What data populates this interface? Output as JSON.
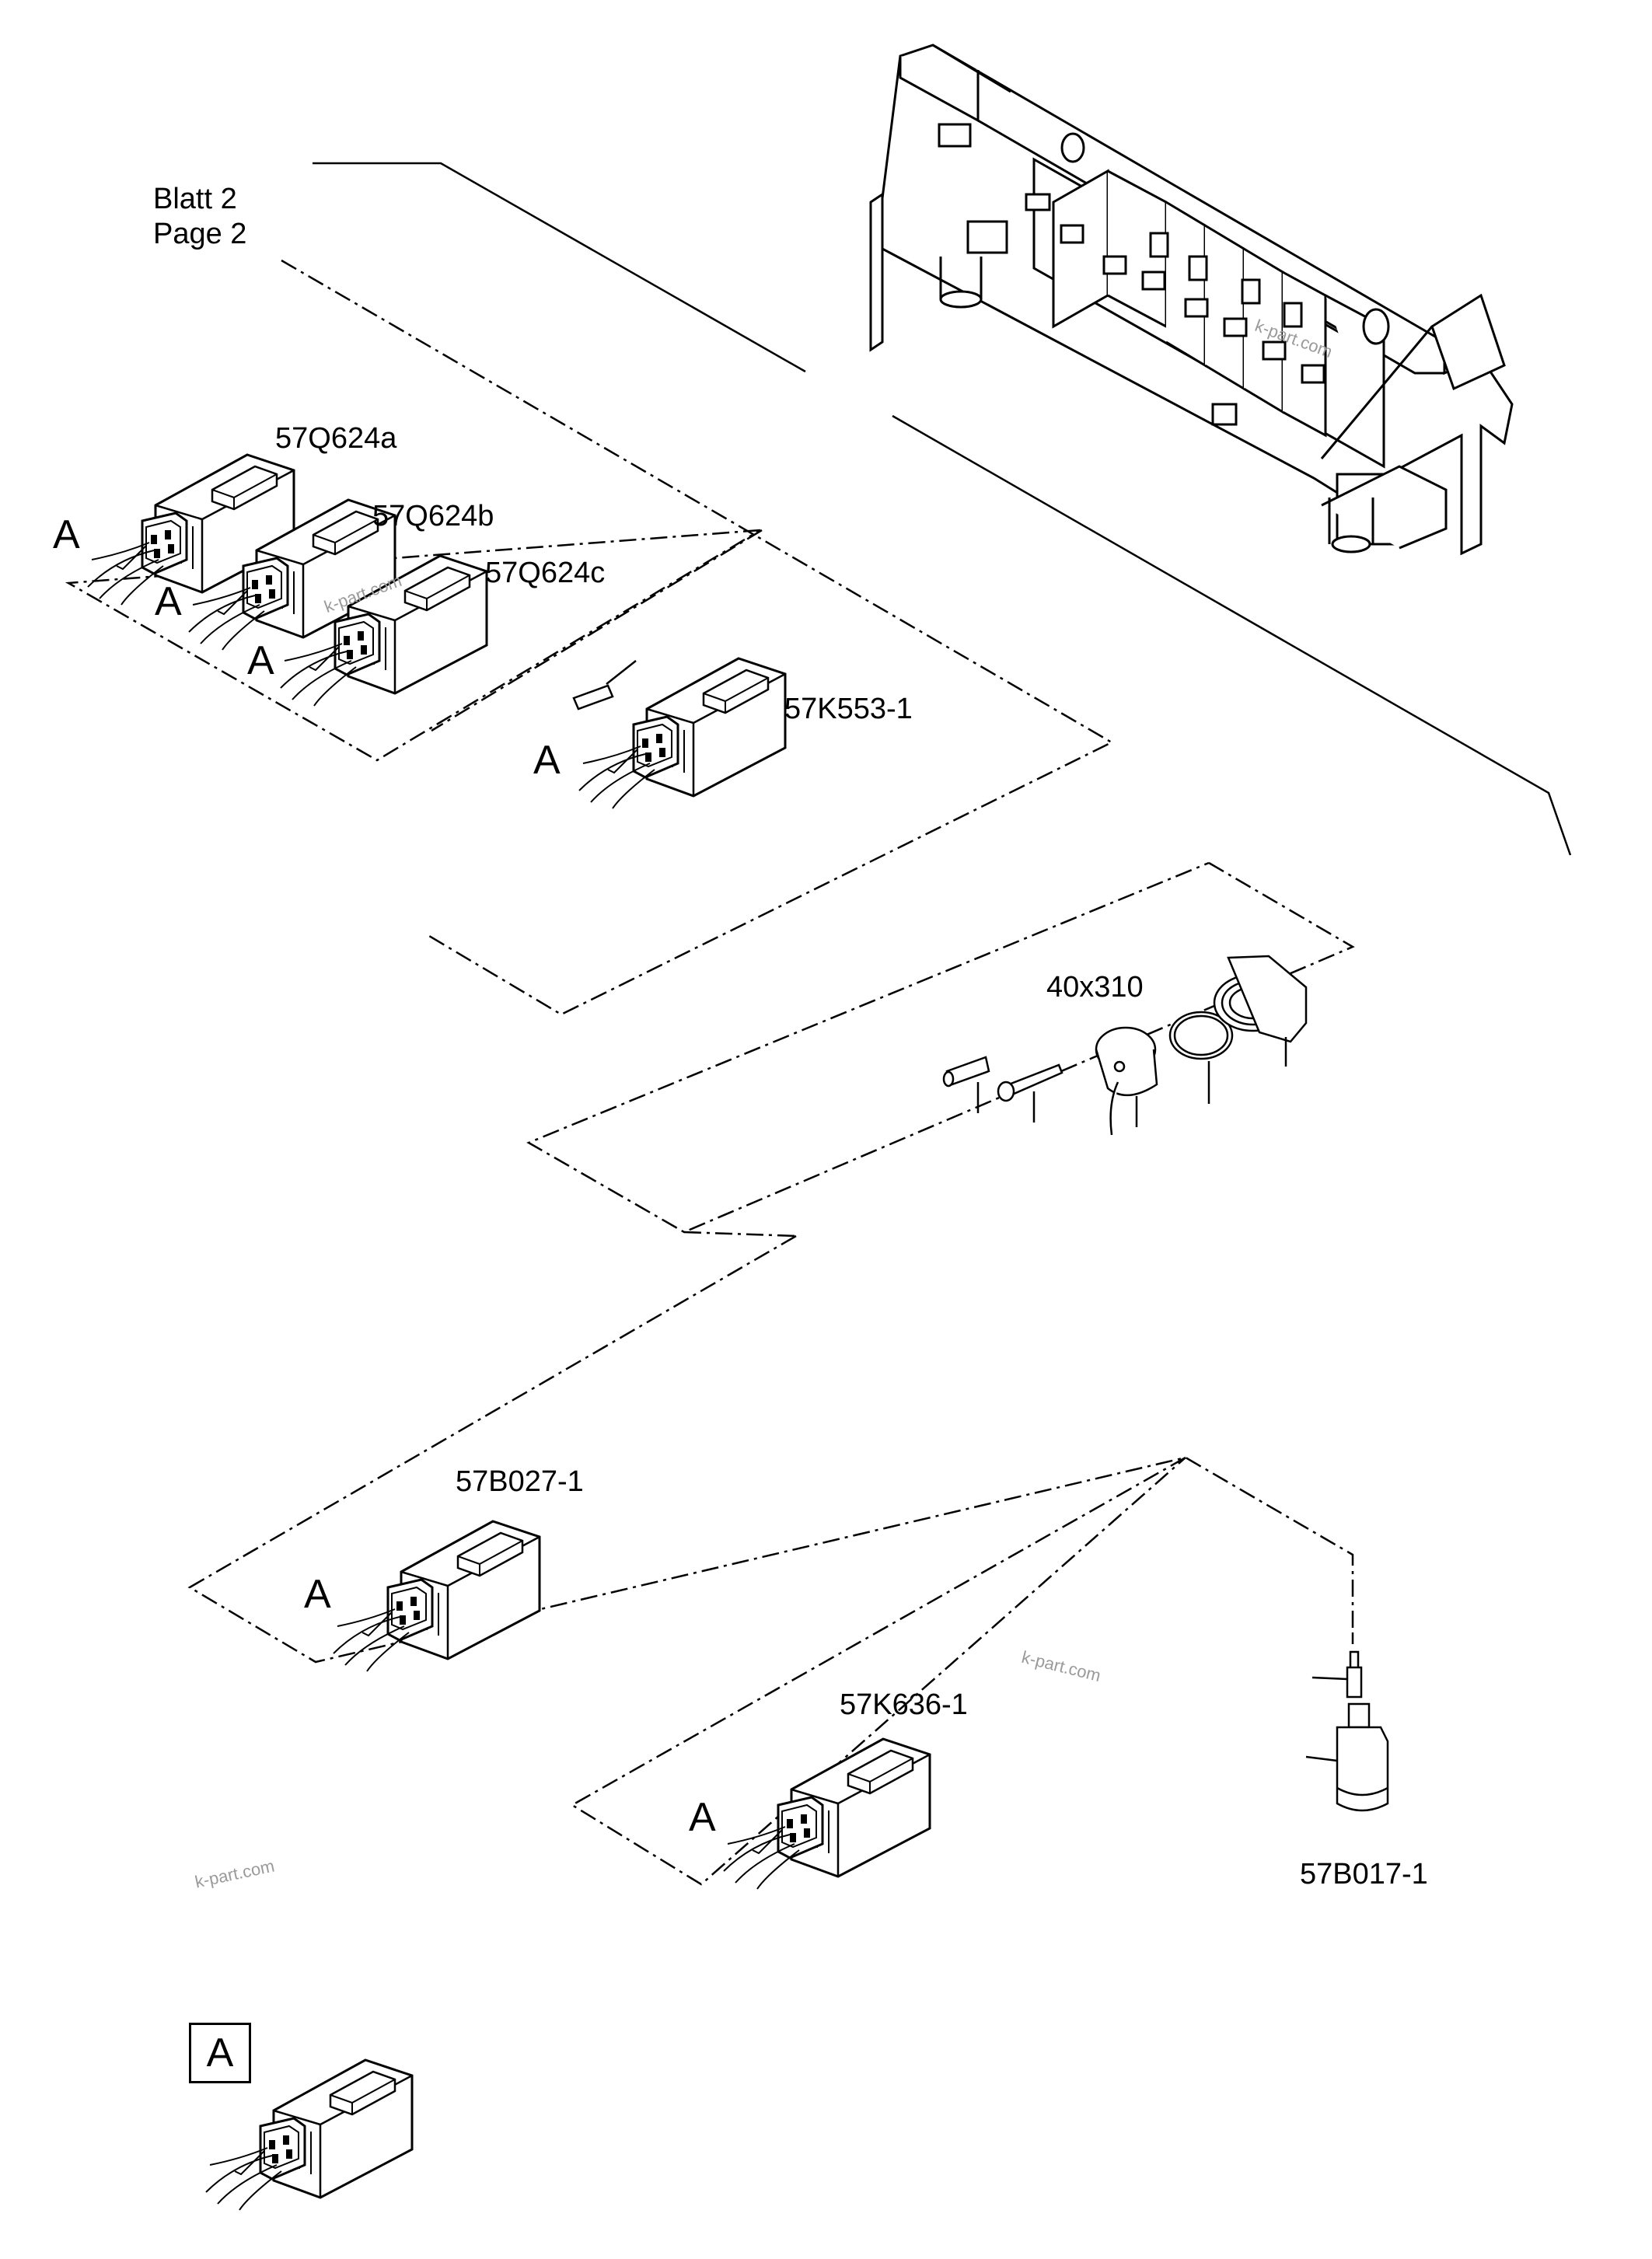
{
  "header": {
    "blatt": "Blatt 2",
    "page": "Page 2"
  },
  "parts": {
    "q624a": "57Q624a",
    "q624b": "57Q624b",
    "q624c": "57Q624c",
    "k553": "57K553-1",
    "cyl": "40x310",
    "b027": "57B027-1",
    "k636": "57K636-1",
    "b017": "57B017-1"
  },
  "detail_marker": "A",
  "legend": {
    "key": "A"
  },
  "watermark": "k-part.com",
  "colors": {
    "line": "#000000",
    "watermark": "#9a9a9a",
    "background": "#ffffff"
  }
}
